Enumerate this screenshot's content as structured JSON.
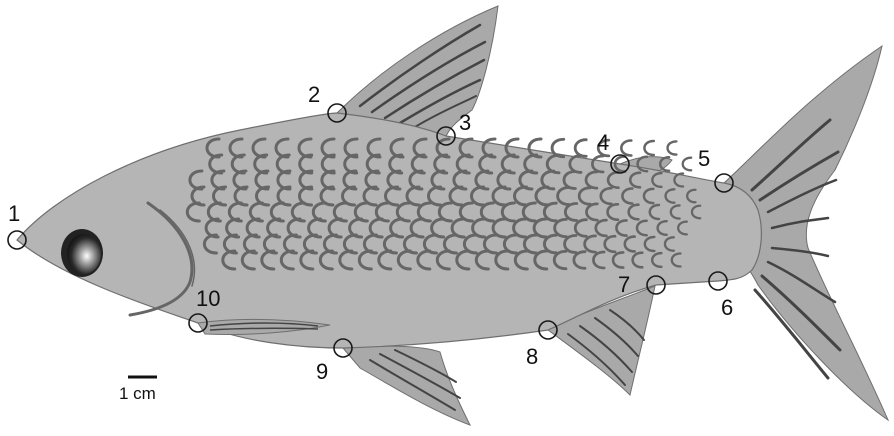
{
  "figure": {
    "colors": {
      "body": "#b5b5b5",
      "fin": "#a9a9a9",
      "outline": "#6f6f6f",
      "scale_mark": "#666666",
      "ray": "#444444",
      "landmark_stroke": "#1a1a1a"
    },
    "landmarks": [
      {
        "label": "1"
      },
      {
        "label": "2"
      },
      {
        "label": "3"
      },
      {
        "label": "4"
      },
      {
        "label": "5"
      },
      {
        "label": "6"
      },
      {
        "label": "7"
      },
      {
        "label": "8"
      },
      {
        "label": "9"
      },
      {
        "label": "10"
      }
    ],
    "scale_bar": {
      "label": "1 cm"
    }
  }
}
